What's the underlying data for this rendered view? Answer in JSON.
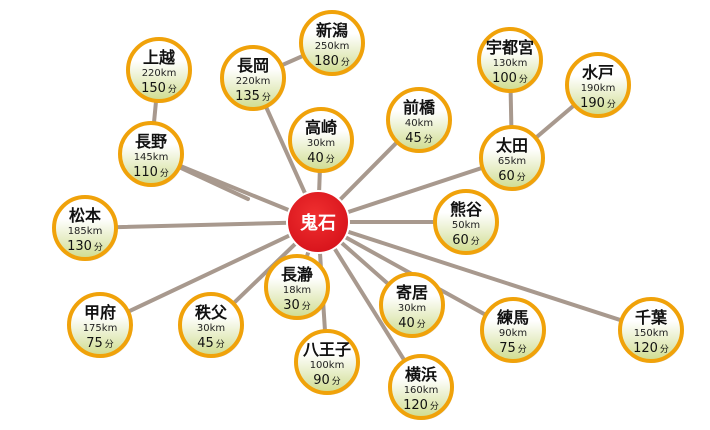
{
  "center": {
    "name": "鬼石"
  },
  "colors": {
    "ring": "#f0a20a",
    "fill_top": "#ffffff",
    "fill_bottom": "#cfdc8e",
    "line": "#a8998e",
    "center": "#d8141c"
  },
  "cities": [
    {
      "id": "niigata",
      "name": "新潟",
      "dist": "250km",
      "time": "180",
      "unit": "分"
    },
    {
      "id": "joetsu",
      "name": "上越",
      "dist": "220km",
      "time": "150",
      "unit": "分"
    },
    {
      "id": "nagaoka",
      "name": "長岡",
      "dist": "220km",
      "time": "135",
      "unit": "分"
    },
    {
      "id": "utsunomiya",
      "name": "宇都宮",
      "dist": "130km",
      "time": "100",
      "unit": "分"
    },
    {
      "id": "mito",
      "name": "水戸",
      "dist": "190km",
      "time": "190",
      "unit": "分"
    },
    {
      "id": "nagano",
      "name": "長野",
      "dist": "145km",
      "time": "110",
      "unit": "分"
    },
    {
      "id": "takasaki",
      "name": "高崎",
      "dist": "30km",
      "time": "40",
      "unit": "分"
    },
    {
      "id": "maebashi",
      "name": "前橋",
      "dist": "40km",
      "time": "45",
      "unit": "分"
    },
    {
      "id": "ota",
      "name": "太田",
      "dist": "65km",
      "time": "60",
      "unit": "分"
    },
    {
      "id": "matsumoto",
      "name": "松本",
      "dist": "185km",
      "time": "130",
      "unit": "分"
    },
    {
      "id": "kumagaya",
      "name": "熊谷",
      "dist": "50km",
      "time": "60",
      "unit": "分"
    },
    {
      "id": "nagatoro",
      "name": "長瀞",
      "dist": "18km",
      "time": "30",
      "unit": "分"
    },
    {
      "id": "yorii",
      "name": "寄居",
      "dist": "30km",
      "time": "40",
      "unit": "分"
    },
    {
      "id": "kofu",
      "name": "甲府",
      "dist": "175km",
      "time": "75",
      "unit": "分"
    },
    {
      "id": "chichibu",
      "name": "秩父",
      "dist": "30km",
      "time": "45",
      "unit": "分"
    },
    {
      "id": "nerima",
      "name": "練馬",
      "dist": "90km",
      "time": "75",
      "unit": "分"
    },
    {
      "id": "chiba",
      "name": "千葉",
      "dist": "150km",
      "time": "120",
      "unit": "分"
    },
    {
      "id": "hachioji",
      "name": "八王子",
      "dist": "100km",
      "time": "90",
      "unit": "分"
    },
    {
      "id": "yokohama",
      "name": "横浜",
      "dist": "160km",
      "time": "120",
      "unit": "分"
    }
  ]
}
